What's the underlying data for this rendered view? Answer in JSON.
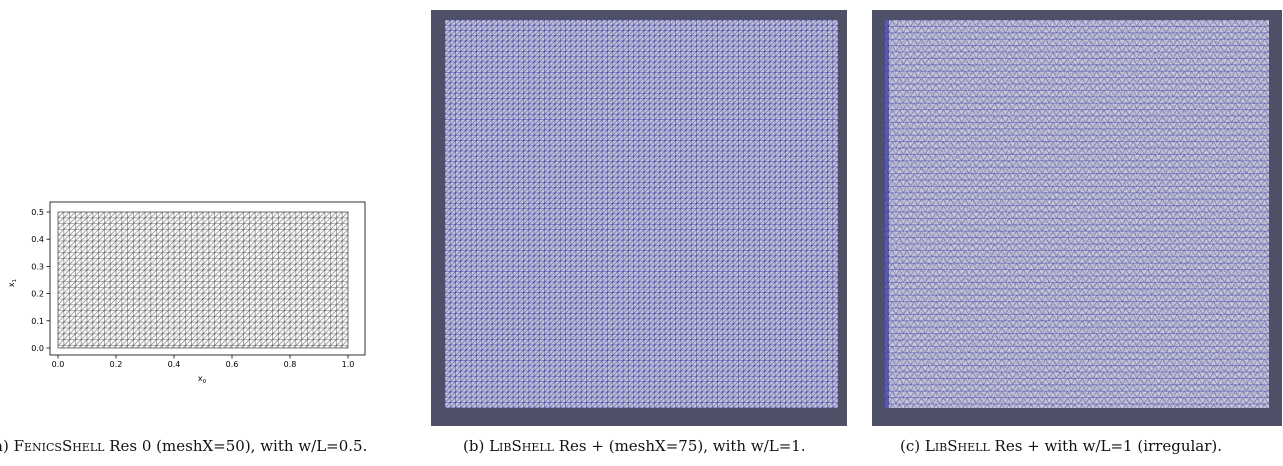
{
  "panels": [
    {
      "caption": {
        "prefix": "a) ",
        "name": "FenicsShell",
        "rest": " Res 0 (meshX=50), with w/L=0.5."
      },
      "plot": {
        "xlabel": "x",
        "xlabel_sub": "0",
        "ylabel": "x",
        "ylabel_sub": "1",
        "xticks": [
          "0.0",
          "0.2",
          "0.4",
          "0.6",
          "0.8",
          "1.0"
        ],
        "yticks": [
          "0.0",
          "0.1",
          "0.2",
          "0.3",
          "0.4",
          "0.5"
        ],
        "xlim": [
          0,
          1
        ],
        "ylim": [
          0,
          0.5
        ]
      }
    },
    {
      "caption": {
        "prefix": "(b) ",
        "name": "LibShell",
        "rest": " Res + (meshX=75), with w/L=1."
      }
    },
    {
      "caption": {
        "prefix": "(c) ",
        "name": "LibShell",
        "rest": " Res + with w/L=1 (irregular)."
      }
    }
  ],
  "colors": {
    "frame": "#4d5066",
    "mesh_fill": "#c8c8d2",
    "mesh_edge": "#3535b0",
    "fenics_edge": "#555555"
  }
}
